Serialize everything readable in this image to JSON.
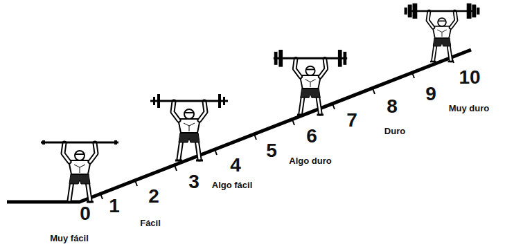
{
  "diagram": {
    "labels": [
      "0",
      "Muy fácil",
      "1",
      "2",
      "Fácil",
      "3",
      "Algo fácil",
      "4",
      "5",
      "6",
      "Algo duro",
      "7",
      "8",
      "Duro",
      "9",
      "10",
      "Muy duro"
    ]
  }
}
